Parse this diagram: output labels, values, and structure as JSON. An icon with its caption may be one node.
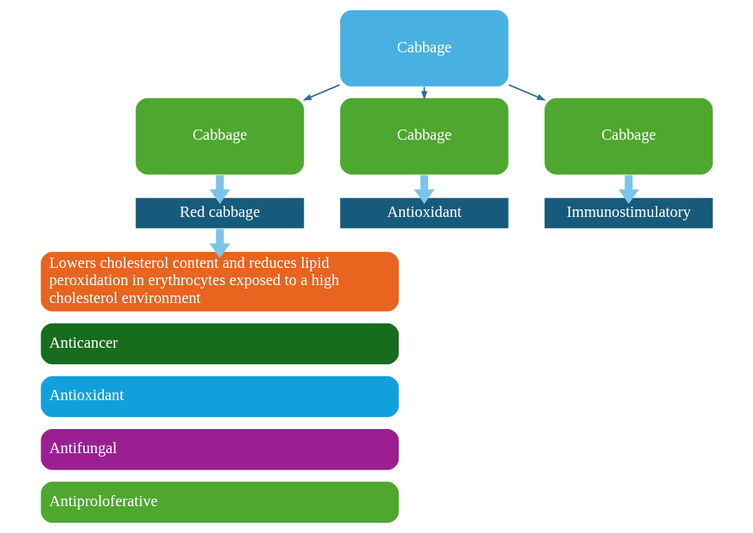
{
  "diagram": {
    "nodes": [
      {
        "text": [
          "Cabbage"
        ]
      },
      {
        "text": [
          "Cabbage"
        ]
      },
      {
        "text": [
          "Cabbage"
        ]
      },
      {
        "text": [
          "Cabbage"
        ]
      },
      {
        "text": [
          "Red cabbage"
        ]
      },
      {
        "text": [
          "Antioxidant"
        ]
      },
      {
        "text": [
          "Immunostimulatory"
        ]
      },
      {
        "text": [
          "Lowers cholesterol content and reduces lipid peroxidation in erythrocytes exposed to a high cholesterol environment"
        ]
      },
      {
        "text": [
          "Anticancer"
        ]
      },
      {
        "text": [
          "Antioxidant"
        ]
      },
      {
        "text": [
          "Antifungal"
        ]
      },
      {
        "text": [
          "Antiproloferative"
        ]
      }
    ],
    "edges": [
      {
        "from": 0,
        "to": 1,
        "arrow": "to",
        "color": "#2f6d99"
      },
      {
        "from": 0,
        "to": 2,
        "arrow": "to",
        "color": "#2f6d99"
      },
      {
        "from": 0,
        "to": 3,
        "arrow": "to",
        "color": "#2f6d99"
      },
      {
        "from": 1,
        "to": 4,
        "arrow": "to"
      },
      {
        "from": 2,
        "to": 5,
        "arrow": "to"
      },
      {
        "from": 3,
        "to": 6,
        "arrow": "to"
      },
      {
        "from": 4,
        "to": 7,
        "arrow": "to"
      }
    ]
  }
}
